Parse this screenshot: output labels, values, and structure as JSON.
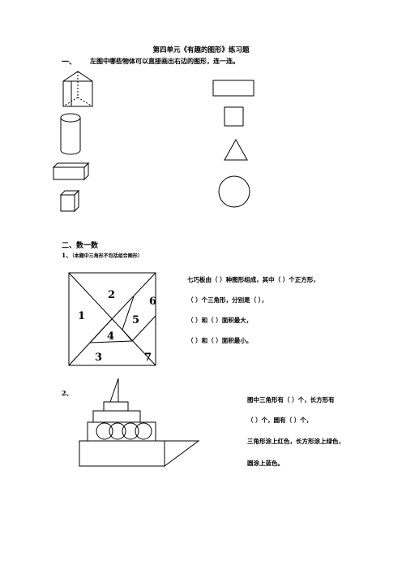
{
  "title": "第四单元《有趣的图形》练习题",
  "section1": {
    "number": "一、",
    "instruction": "左图中哪些物体可以直接画出右边的图形，连一连。"
  },
  "section2": {
    "heading": "二、数一数",
    "q1_label": "1、",
    "q1_note": "（本题中三角形不包括组合图形）",
    "q1_lines": [
      "七巧板由（    ）种图形组成，其中（    ）个正方形，",
      "（    ）个三角形，分别是（                        ），",
      "（    ）和（    ）面积最大，",
      "（    ）和（    ）面积最小。"
    ],
    "tangram_numbers": [
      "1",
      "2",
      "3",
      "4",
      "5",
      "6",
      "7"
    ],
    "q2_label": "2、",
    "q2_lines": [
      "图中三角形有（    ）个，长方形有",
      "（      ）个，圆有（          ）个，",
      "三角形涂上红色，长方形涂上绿色，",
      "圆涂上蓝色。"
    ]
  }
}
